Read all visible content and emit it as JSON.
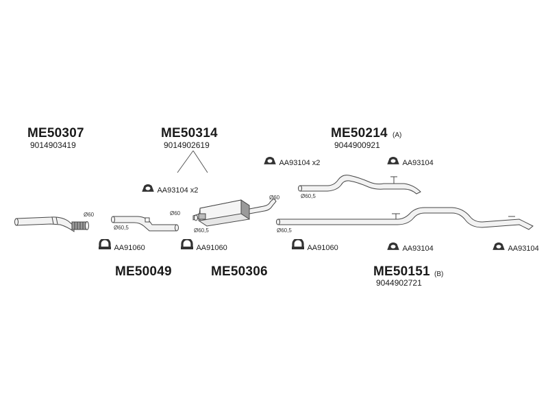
{
  "parts": {
    "front_pipe": {
      "code": "ME50307",
      "number": "9014903419"
    },
    "middle_group": {
      "code": "ME50314",
      "number": "9014902619"
    },
    "rear_a": {
      "code": "ME50214",
      "suffix": "(A)",
      "number": "9044900921"
    },
    "rear_b": {
      "code": "ME50151",
      "suffix": "(B)",
      "number": "9044902721"
    },
    "intermediate_pipe": {
      "code": "ME50049"
    },
    "silencer": {
      "code": "ME50306"
    }
  },
  "clips": {
    "mount_middle": "AA93104 x2",
    "mount_rear_a_left": "AA93104 x2",
    "mount_rear_a_right": "AA93104",
    "clamp_1": "AA91060",
    "clamp_2": "AA91060",
    "clamp_3": "AA91060",
    "mount_rear_b_mid": "AA93104",
    "mount_rear_b_right": "AA93104"
  },
  "diameters": {
    "d1": "Ø60",
    "d2": "Ø60",
    "d3": "Ø60,5",
    "d4": "Ø60",
    "d5": "Ø60,5",
    "d6": "Ø60,5",
    "d7": "Ø60,5"
  },
  "icons": {
    "mount": "rubber-mount-icon",
    "clamp": "pipe-clamp-icon"
  },
  "colors": {
    "line": "#444444",
    "fill_light": "#f2f2f2",
    "fill_dark": "#9a9a9a",
    "icon": "#333333"
  }
}
